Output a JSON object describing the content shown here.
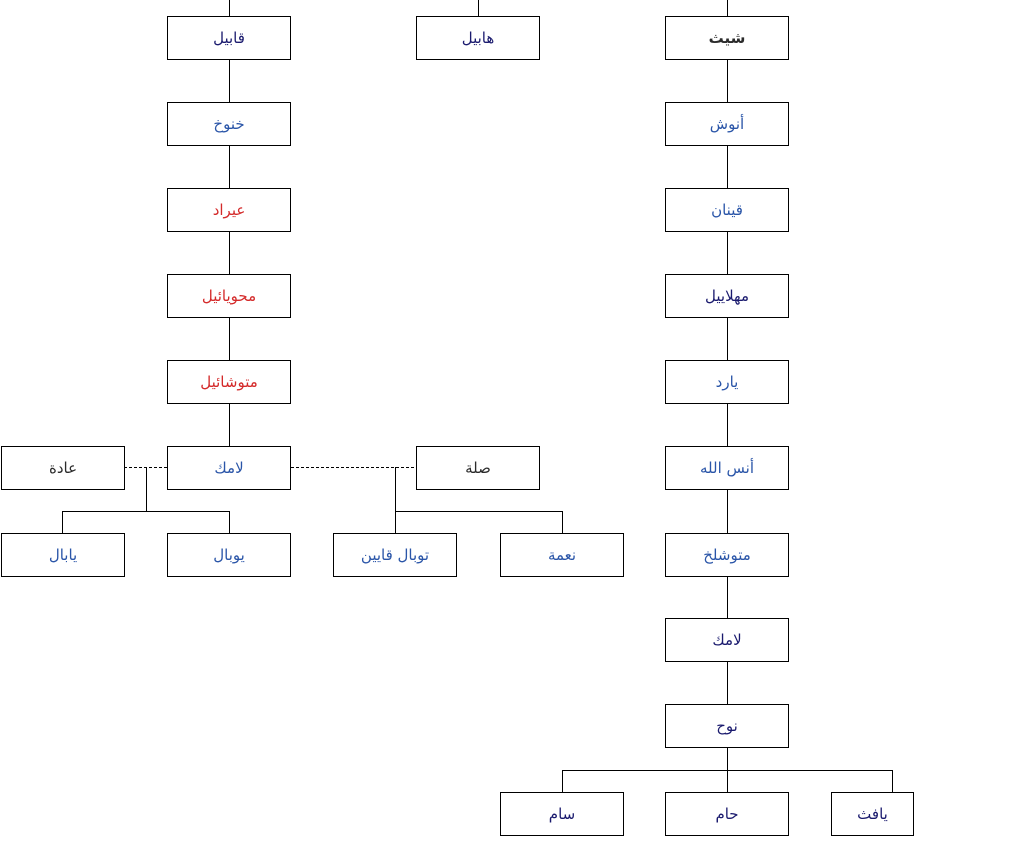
{
  "colors": {
    "navy": "#1a1a6e",
    "blue": "#2a55a8",
    "red": "#d42a2a",
    "dark": "#2b2b2b"
  },
  "nodes": {
    "qabil": {
      "label": "قابيل",
      "color": "#1a1a6e"
    },
    "habil": {
      "label": "هابيل",
      "color": "#1a1a6e"
    },
    "sheth": {
      "label": "شيث",
      "color": "#2b2b2b"
    },
    "khanukh": {
      "label": "خنوخ",
      "color": "#2a55a8"
    },
    "enosh": {
      "label": "أنوش",
      "color": "#2a55a8"
    },
    "irad": {
      "label": "عيراد",
      "color": "#d42a2a"
    },
    "qinan": {
      "label": "قينان",
      "color": "#2a55a8"
    },
    "mahuyael": {
      "label": "محويائيل",
      "color": "#d42a2a"
    },
    "mahalalel": {
      "label": "مهلاييل",
      "color": "#1a1a6e"
    },
    "mutushael": {
      "label": "متوشائيل",
      "color": "#d42a2a"
    },
    "yarad": {
      "label": "يارد",
      "color": "#2a55a8"
    },
    "ada": {
      "label": "عادة",
      "color": "#2b2b2b"
    },
    "lamech_cain": {
      "label": "لامك",
      "color": "#2a55a8"
    },
    "zillah": {
      "label": "صلة",
      "color": "#2b2b2b"
    },
    "anas_allah": {
      "label": "أنس الله",
      "color": "#2a55a8"
    },
    "yabal": {
      "label": "يابال",
      "color": "#2a55a8"
    },
    "yubal": {
      "label": "يوبال",
      "color": "#2a55a8"
    },
    "tubal_qayin": {
      "label": "توبال قايين",
      "color": "#2a55a8"
    },
    "naama": {
      "label": "نعمة",
      "color": "#2a55a8"
    },
    "methuselah": {
      "label": "متوشلخ",
      "color": "#2a55a8"
    },
    "lamech_seth": {
      "label": "لامك",
      "color": "#1a1a6e"
    },
    "nuh": {
      "label": "نوح",
      "color": "#1a1a6e"
    },
    "sam": {
      "label": "سام",
      "color": "#1a1a6e"
    },
    "ham": {
      "label": "حام",
      "color": "#1a1a6e"
    },
    "yafith": {
      "label": "يافث",
      "color": "#1a1a6e"
    }
  }
}
